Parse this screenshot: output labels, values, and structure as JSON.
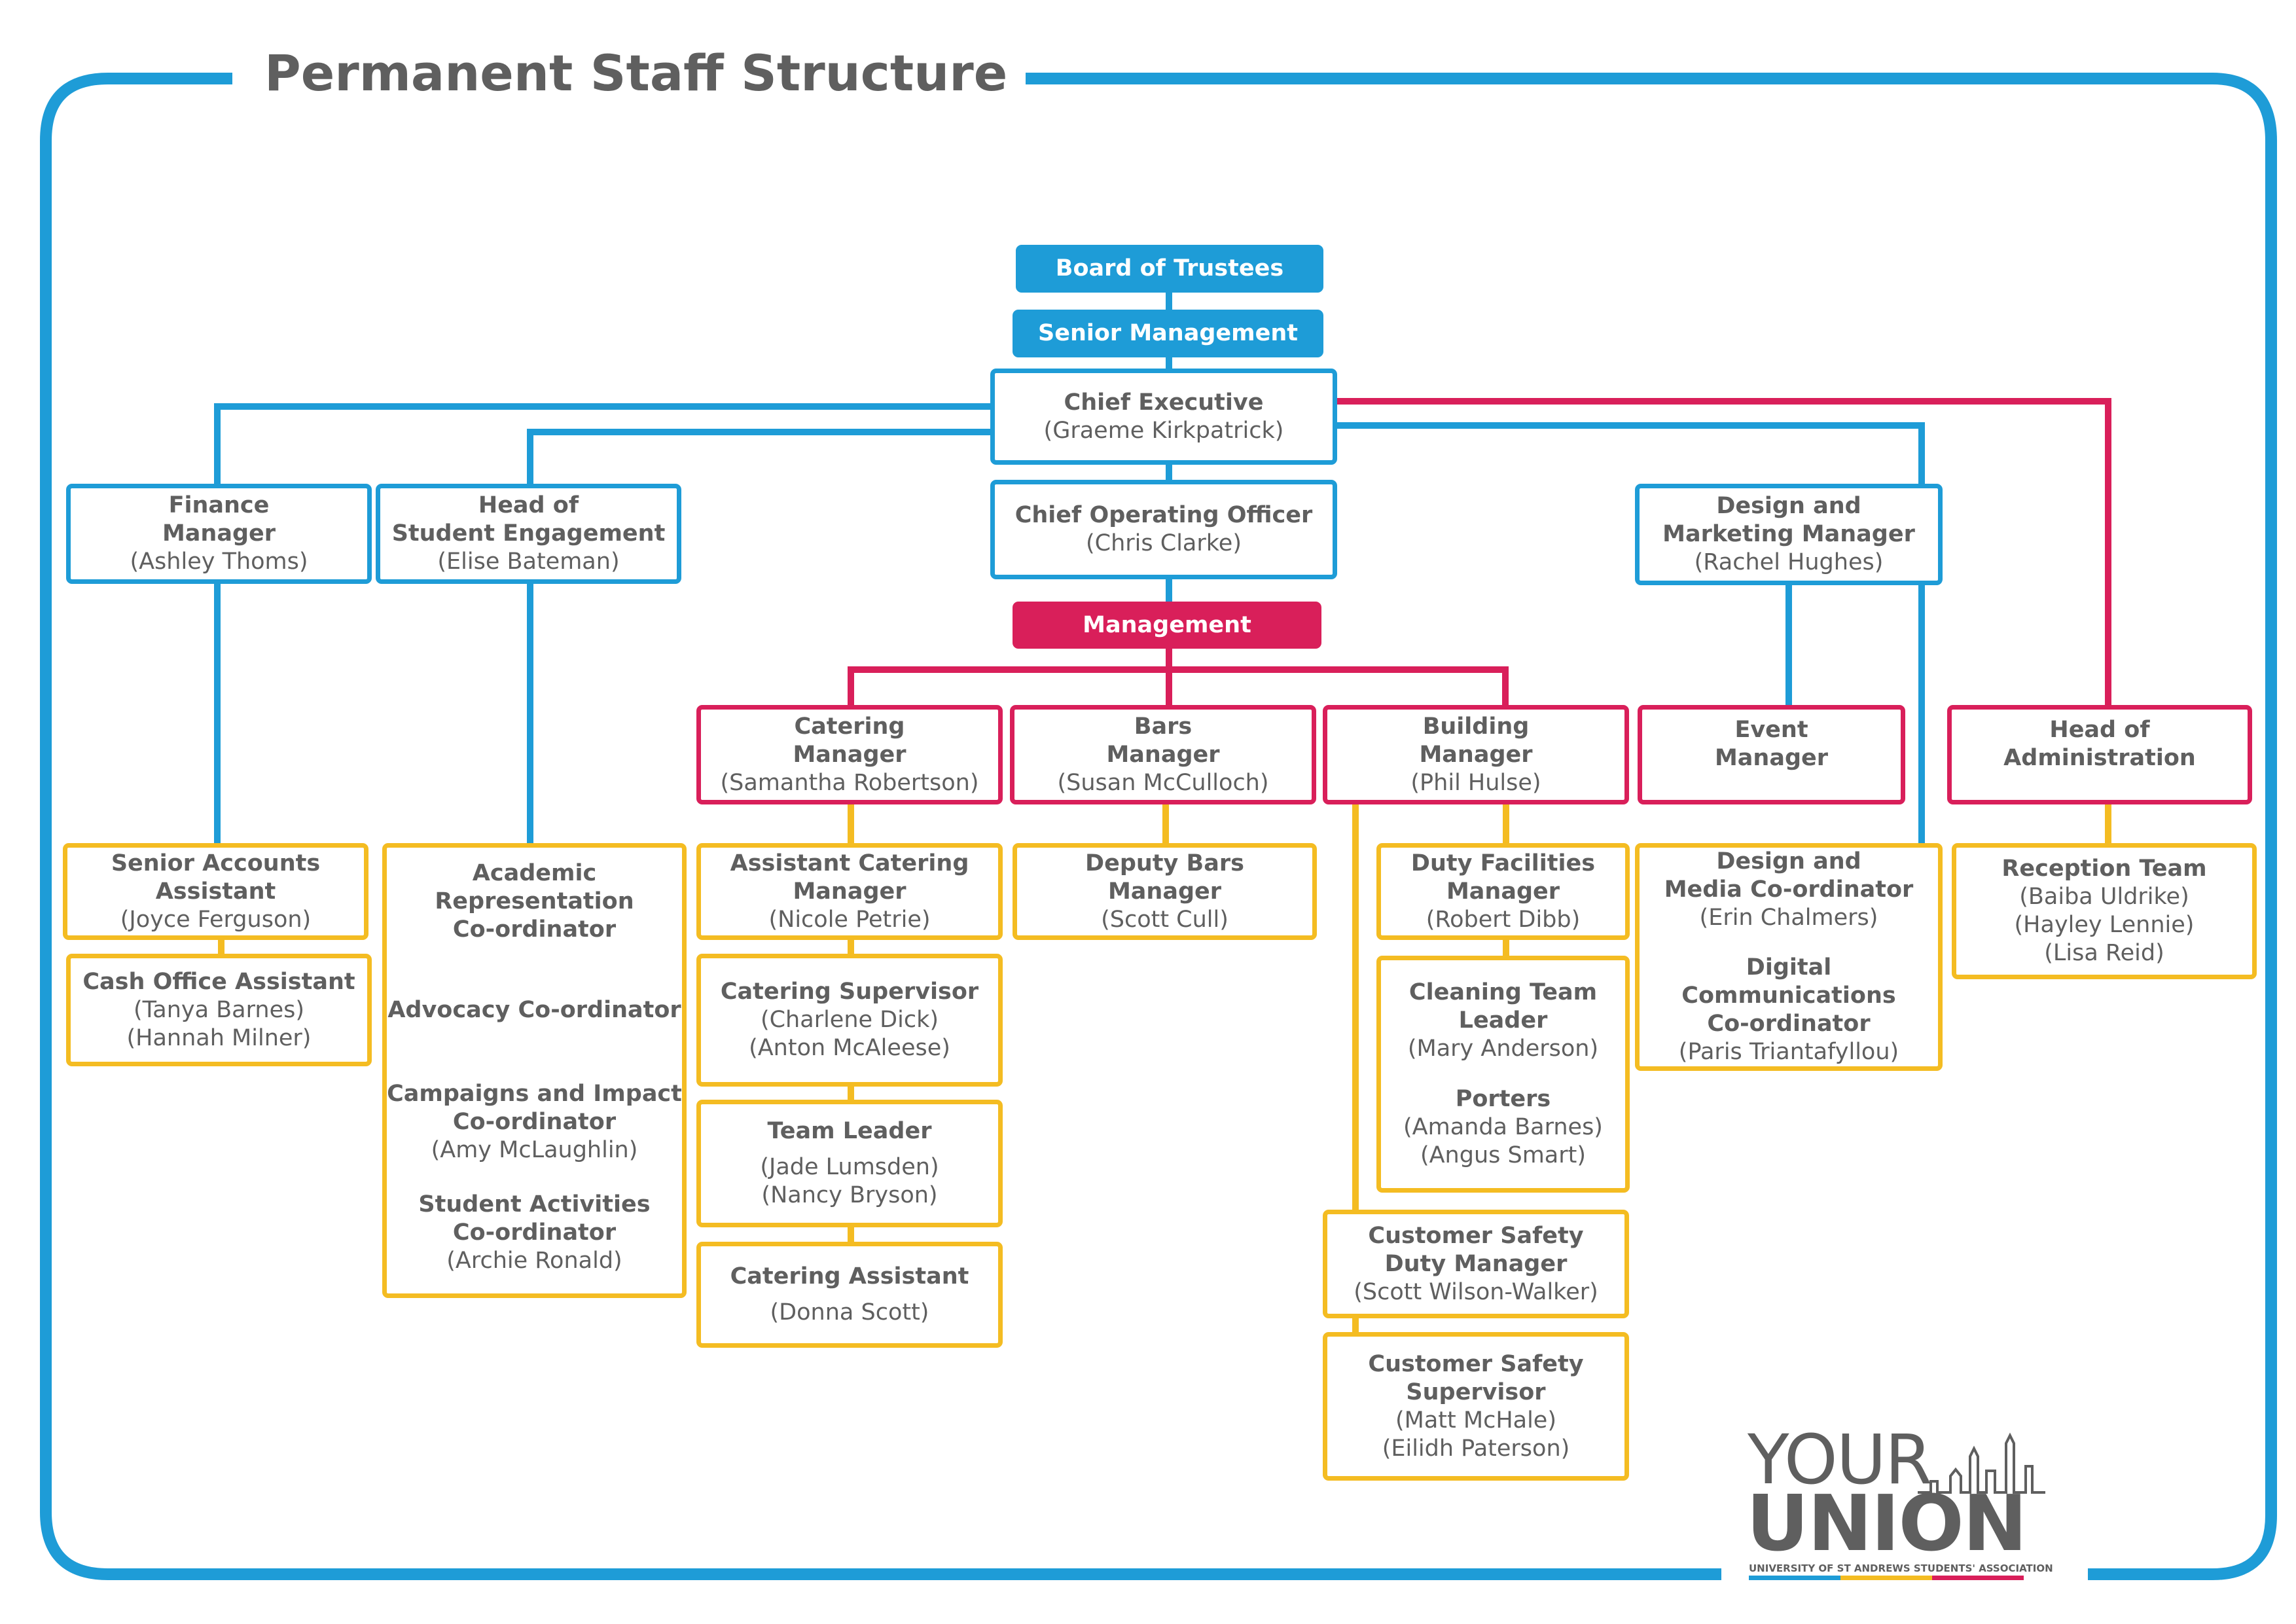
{
  "title": "Permanent Staff Structure",
  "colors": {
    "frame": "#1e9cd7",
    "senior_line": "#1e9cd7",
    "management_line": "#d91f5a",
    "staff_line": "#f4bc22",
    "text": "#5f5f5f"
  },
  "top": {
    "board": "Board of Trustees",
    "senior_management": "Senior Management",
    "ceo": {
      "title": "Chief Executive",
      "name": "(Graeme Kirkpatrick)"
    },
    "coo": {
      "title": "Chief Operating Officer",
      "name": "(Chris Clarke)"
    },
    "management": "Management"
  },
  "senior": {
    "finance": {
      "title_1": "Finance",
      "title_2": "Manager",
      "name": "(Ashley Thoms)"
    },
    "engagement": {
      "title_1": "Head of",
      "title_2": "Student Engagement",
      "name": "(Elise Bateman)"
    },
    "design": {
      "title_1": "Design and",
      "title_2": "Marketing Manager",
      "name": "(Rachel Hughes)"
    }
  },
  "managers": {
    "catering": {
      "title_1": "Catering",
      "title_2": "Manager",
      "name": "(Samantha Robertson)"
    },
    "bars": {
      "title_1": "Bars",
      "title_2": "Manager",
      "name": "(Susan McCulloch)"
    },
    "building": {
      "title_1": "Building",
      "title_2": "Manager",
      "name": "(Phil Hulse)"
    },
    "event": {
      "title_1": "Event",
      "title_2": "Manager"
    },
    "admin": {
      "title_1": "Head of",
      "title_2": "Administration"
    }
  },
  "staff": {
    "senior_accounts": {
      "title_1": "Senior Accounts",
      "title_2": "Assistant",
      "name": "(Joyce Ferguson)"
    },
    "cash_office": {
      "title": "Cash Office Assistant",
      "name_1": "(Tanya Barnes)",
      "name_2": "(Hannah Milner)"
    },
    "academic": {
      "rep_1": "Academic",
      "rep_2": "Representation",
      "rep_3": "Co-ordinator",
      "advocacy": "Advocacy Co-ordinator",
      "campaigns_1": "Campaigns and Impact",
      "campaigns_2": "Co-ordinator",
      "campaigns_name": "(Amy McLaughlin)",
      "activities_1": "Student Activities",
      "activities_2": "Co-ordinator",
      "activities_name": "(Archie Ronald)"
    },
    "asst_catering": {
      "title_1": "Assistant Catering",
      "title_2": "Manager",
      "name": "(Nicole Petrie)"
    },
    "catering_supervisor": {
      "title": "Catering Supervisor",
      "name_1": "(Charlene Dick)",
      "name_2": "(Anton McAleese)"
    },
    "team_leader": {
      "title": "Team Leader",
      "name_1": "(Jade Lumsden)",
      "name_2": "(Nancy Bryson)"
    },
    "catering_assistant": {
      "title": "Catering Assistant",
      "name": "(Donna Scott)"
    },
    "deputy_bars": {
      "title_1": "Deputy Bars",
      "title_2": "Manager",
      "name": "(Scott Cull)"
    },
    "duty_facilities": {
      "title_1": "Duty Facilities",
      "title_2": "Manager",
      "name": "(Robert Dibb)"
    },
    "cleaning": {
      "title_1": "Cleaning Team",
      "title_2": "Leader",
      "name": "(Mary Anderson)",
      "porters": "Porters",
      "porter_1": "(Amanda Barnes)",
      "porter_2": "(Angus Smart)"
    },
    "cs_duty": {
      "title_1": "Customer Safety",
      "title_2": "Duty Manager",
      "name": "(Scott Wilson-Walker)"
    },
    "cs_supervisor": {
      "title_1": "Customer Safety",
      "title_2": "Supervisor",
      "name_1": "(Matt McHale)",
      "name_2": "(Eilidh Paterson)"
    },
    "design_media": {
      "title_1": "Design and",
      "title_2": "Media Co-ordinator",
      "name": "(Erin Chalmers)",
      "digital_1": "Digital Communications",
      "digital_2": "Co-ordinator",
      "digital_name": "(Paris Triantafyllou)"
    },
    "reception": {
      "title": "Reception Team",
      "name_1": "(Baiba Uldrike)",
      "name_2": "(Hayley Lennie)",
      "name_3": "(Lisa Reid)"
    }
  },
  "logo": {
    "line_1": "YOUR",
    "line_2": "UNION",
    "tagline": "UNIVERSITY OF ST ANDREWS STUDENTS' ASSOCIATION"
  }
}
